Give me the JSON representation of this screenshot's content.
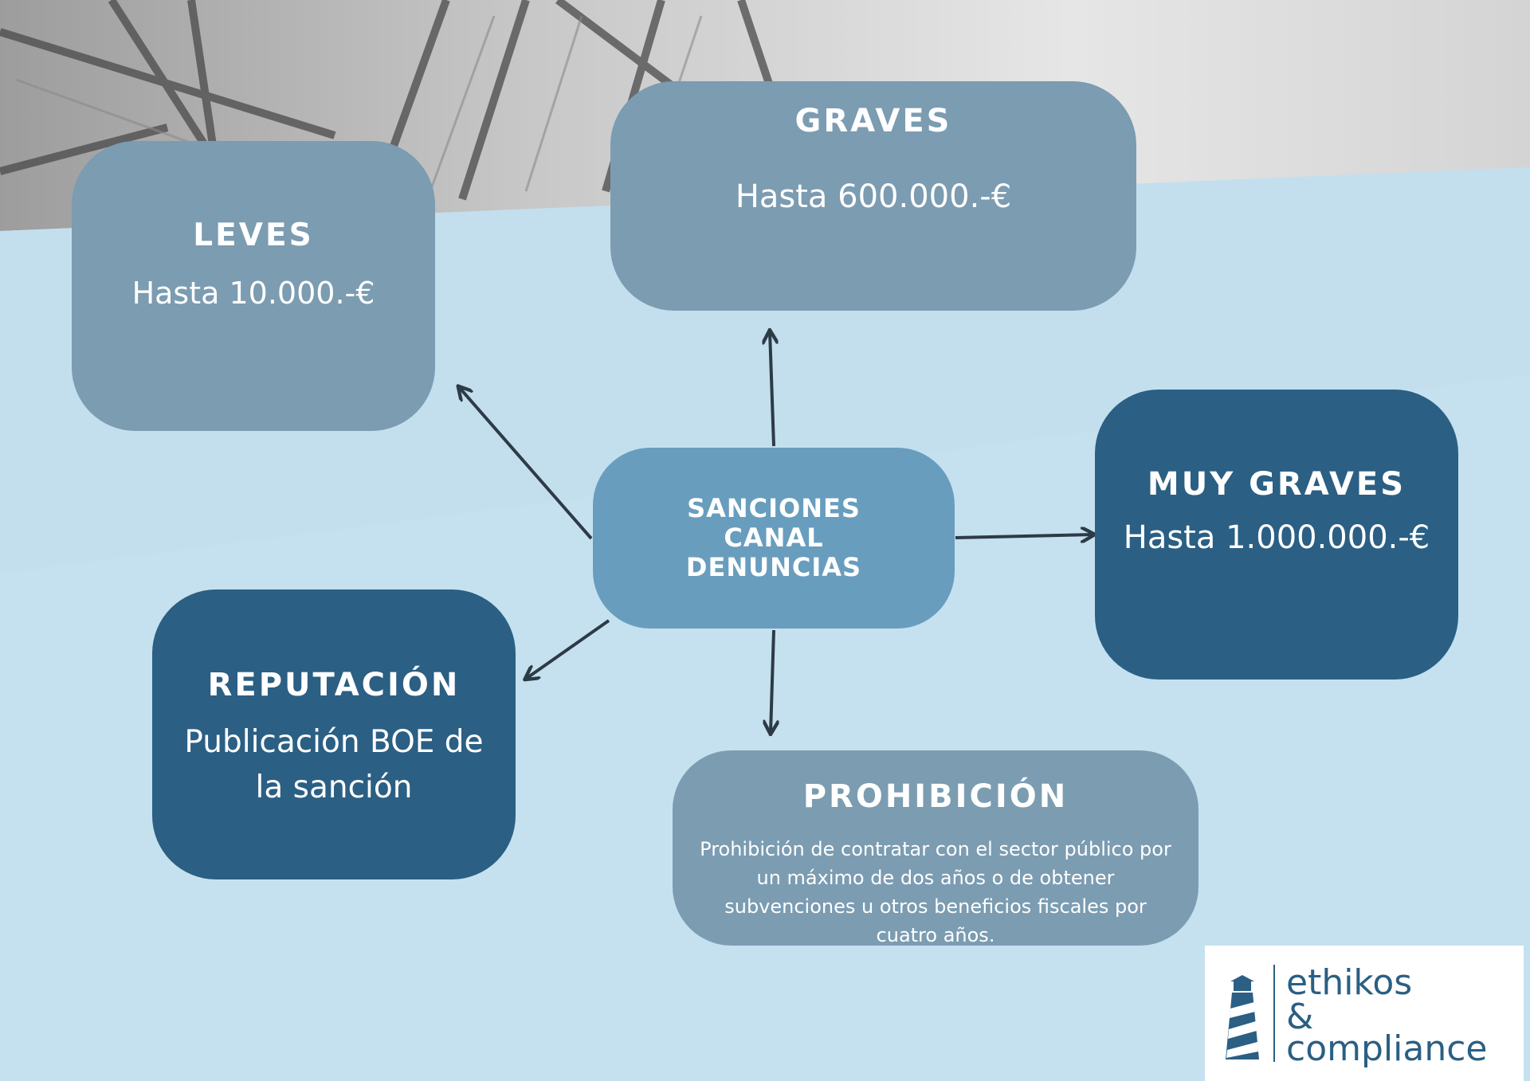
{
  "colors": {
    "background": "#c3dfee",
    "box_light": "#7b9cb1",
    "box_dark": "#2b5f84",
    "box_center": "#689dbe",
    "arrow": "#2d3b47",
    "text": "#ffffff",
    "brand": "#2b5f84"
  },
  "center": {
    "title": "SANCIONES CANAL DENUNCIAS"
  },
  "leves": {
    "title": "LEVES",
    "body": "Hasta 10.000.-€"
  },
  "graves": {
    "title": "GRAVES",
    "body": "Hasta 600.000.-€"
  },
  "muy_graves": {
    "title": "MUY GRAVES",
    "body": "Hasta 1.000.000.-€"
  },
  "reputacion": {
    "title": "REPUTACIÓN",
    "body": "Publicación BOE de la sanción"
  },
  "prohibicion": {
    "title": "PROHIBICIÓN",
    "body": "Prohibición de contratar con el sector público por un máximo de dos años o de obtener subvenciones u otros beneficios fiscales por cuatro años."
  },
  "logo": {
    "line1": "ethikos",
    "line2": "&",
    "line3": "compliance",
    "icon": "lighthouse-icon"
  }
}
